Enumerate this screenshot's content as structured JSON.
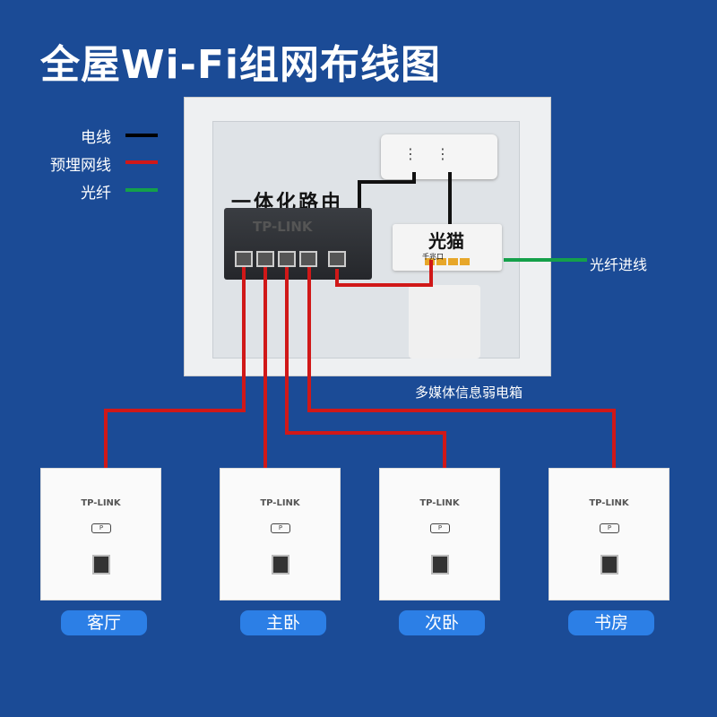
{
  "title": "全屋Wi-Fi组网布线图",
  "legend": [
    {
      "label": "电线",
      "color": "#000000"
    },
    {
      "label": "预埋网线",
      "color": "#d01818"
    },
    {
      "label": "光纤",
      "color": "#14a04a"
    }
  ],
  "router": {
    "label": "一体化路由",
    "brand": "TP-LINK"
  },
  "modem": {
    "label": "光猫",
    "port_label": "千兆口"
  },
  "fiber_label": "光纤进线",
  "box_caption": "多媒体信息弱电箱",
  "panels": [
    {
      "brand": "TP-LINK",
      "room": "客厅"
    },
    {
      "brand": "TP-LINK",
      "room": "主卧"
    },
    {
      "brand": "TP-LINK",
      "room": "次卧"
    },
    {
      "brand": "TP-LINK",
      "room": "书房"
    }
  ]
}
